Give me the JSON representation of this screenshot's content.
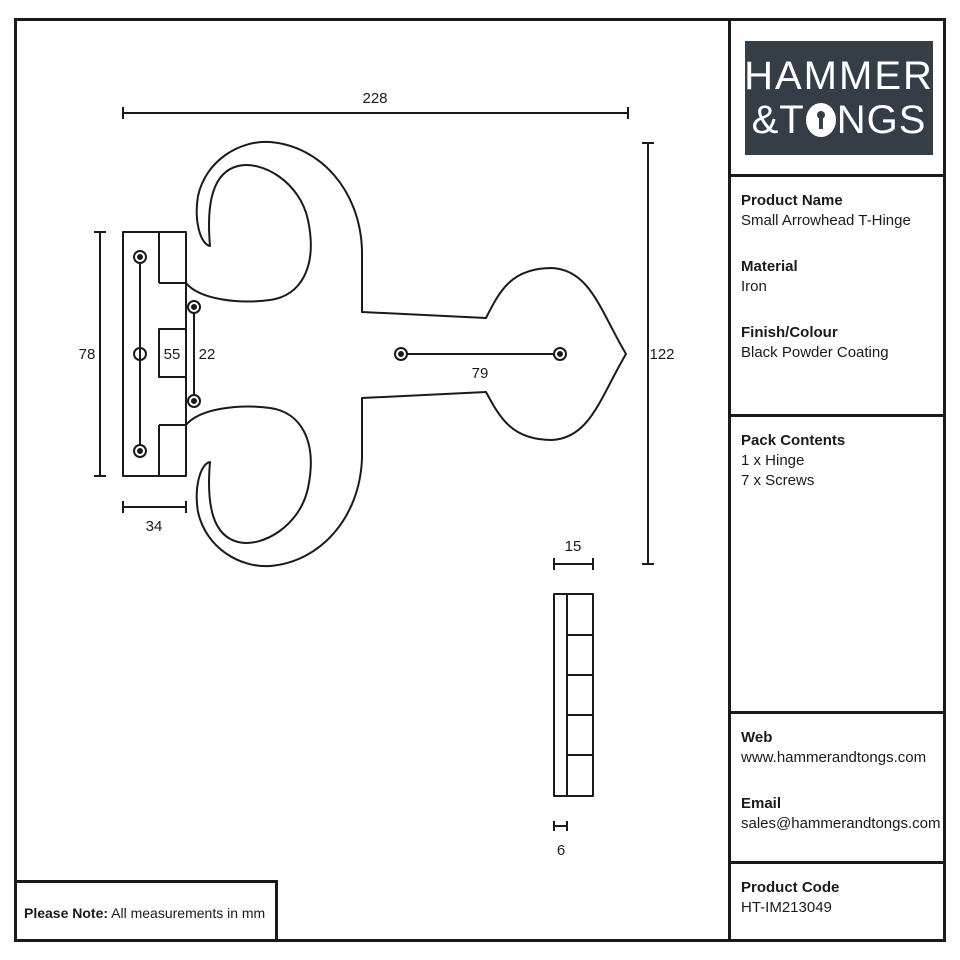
{
  "brand": {
    "line1": "HAMMER",
    "line2_left": "&",
    "line2_mid": "T",
    "line2_right": "NGS",
    "bg": "#353d47"
  },
  "details": {
    "product_name_label": "Product Name",
    "product_name": "Small Arrowhead T-Hinge",
    "material_label": "Material",
    "material": "Iron",
    "finish_label": "Finish/Colour",
    "finish": "Black Powder Coating"
  },
  "pack": {
    "label": "Pack Contents",
    "items": [
      "1 x Hinge",
      "7 x Screws"
    ]
  },
  "contact": {
    "web_label": "Web",
    "web": "www.hammerandtongs.com",
    "email_label": "Email",
    "email": "sales@hammerandtongs.com"
  },
  "code": {
    "label": "Product Code",
    "value": "HT-IM213049"
  },
  "note": {
    "label": "Please Note:",
    "text": " All measurements in mm"
  },
  "dimensions": {
    "overall_width": "228",
    "plate_height": "78",
    "overall_height": "122",
    "plate_width": "34",
    "pin_block": "55",
    "hole_spacing_small": "22",
    "hole_spacing_strap": "79",
    "thickness_top": "15",
    "thickness_bottom": "6"
  }
}
